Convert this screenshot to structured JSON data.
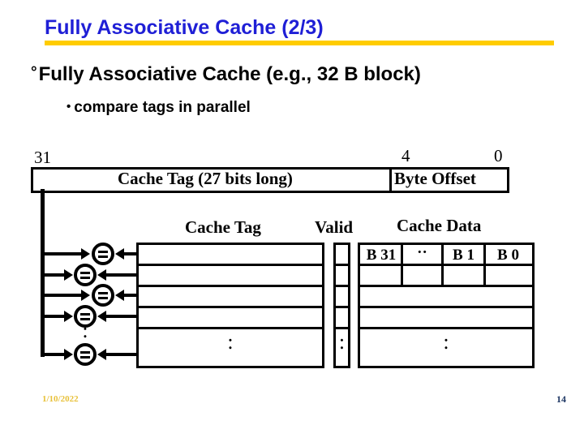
{
  "slide": {
    "title": "Fully Associative Cache (2/3)",
    "accent_color": "#1f1fd6",
    "rule_color": "#ffcc00"
  },
  "bullets": {
    "level1_mark": "°",
    "level1_text": "Fully Associative Cache (e.g., 32 B block)",
    "level2_mark": "•",
    "level2_text": "compare tags in parallel"
  },
  "diagram": {
    "address_bits": {
      "high_label": "31",
      "offset_high_label": "4",
      "offset_low_label": "0"
    },
    "address_bar": {
      "tag_field": "Cache Tag (27 bits long)",
      "offset_field": "Byte Offset"
    },
    "column_headers": {
      "cache_tag": "Cache Tag",
      "valid": "Valid",
      "cache_data": "Cache Data"
    },
    "data_bytes": [
      "B 31",
      "··",
      "B 1",
      "B 0"
    ],
    "ellipsis": ":",
    "comparator_symbol": "=",
    "row_count": 5
  },
  "footer": {
    "date": "1/10/2022",
    "page_number": "14",
    "date_color": "#e8c13a",
    "page_color": "#1f3864"
  }
}
